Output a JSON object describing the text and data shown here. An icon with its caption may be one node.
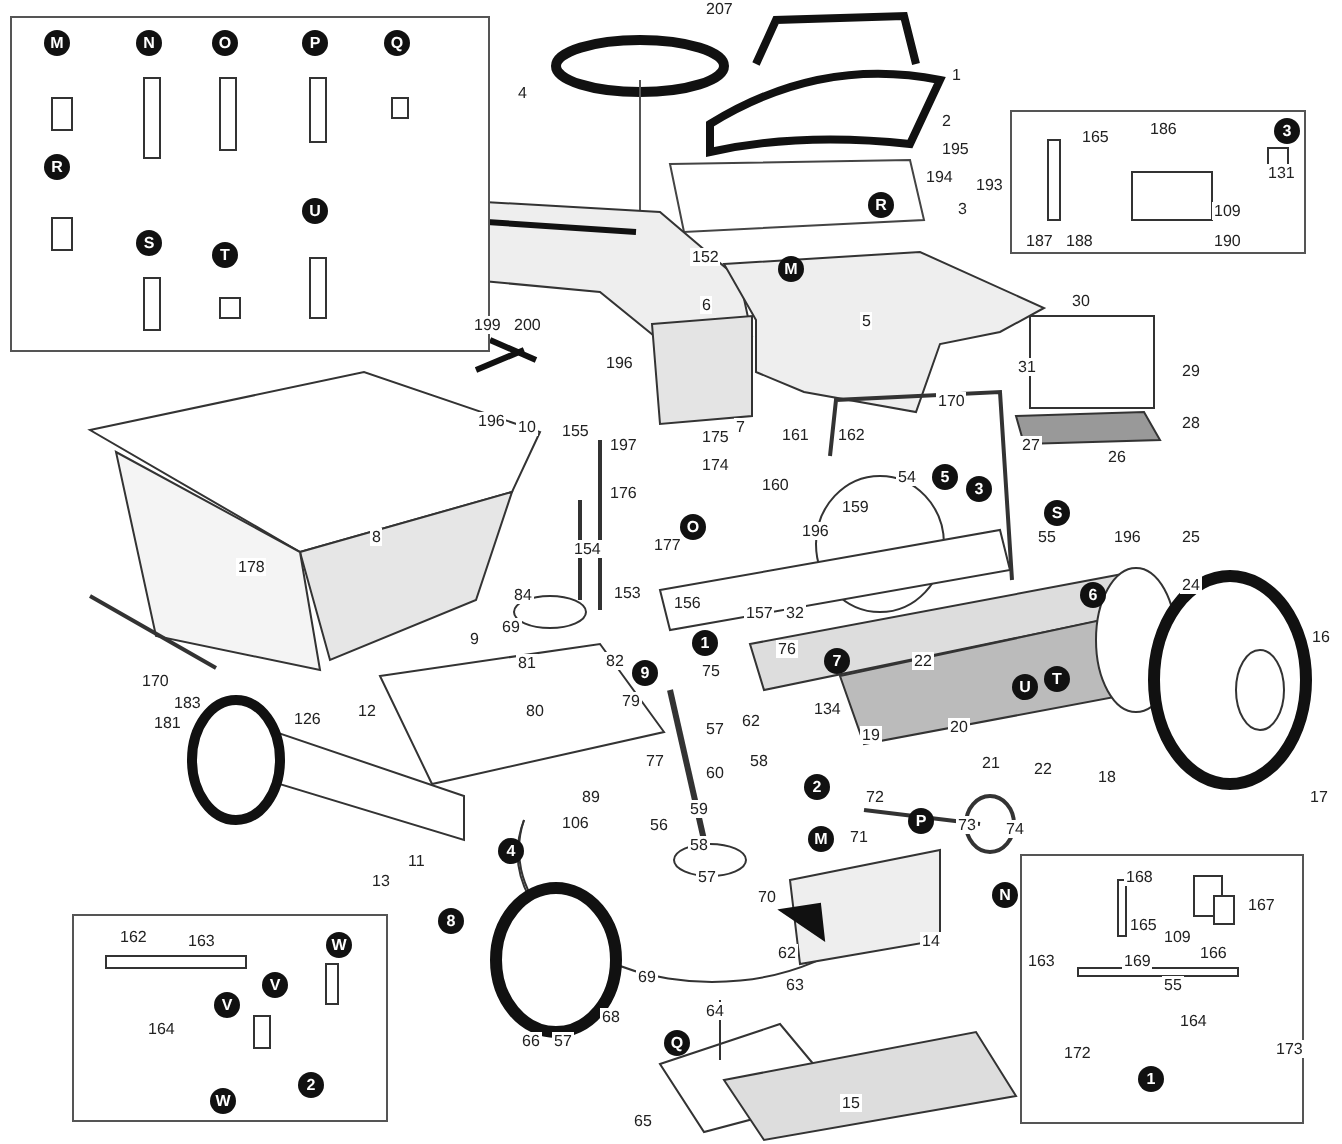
{
  "diagram": {
    "nodes": [
      {
        "text": [
          "M",
          "N",
          "O",
          "P",
          "Q",
          "R",
          "S",
          "T",
          "U"
        ]
      },
      {
        "text": [
          "165",
          "186",
          "3",
          "131",
          "109",
          "187",
          "188",
          "190"
        ]
      },
      {
        "text": [
          "162",
          "163",
          "W",
          "V",
          "V",
          "164",
          "2",
          "W"
        ]
      },
      {
        "text": [
          "168",
          "165",
          "109",
          "167",
          "166",
          "163",
          "169",
          "55",
          "164",
          "172",
          "173",
          "1"
        ]
      }
    ],
    "labels": [
      "207",
      "4",
      "1",
      "2",
      "195",
      "194",
      "193",
      "3",
      "R",
      "152",
      "M",
      "6",
      "5",
      "30",
      "199",
      "200",
      "196",
      "29",
      "31",
      "170",
      "196",
      "10",
      "155",
      "197",
      "175",
      "7",
      "161",
      "162",
      "27",
      "26",
      "28",
      "8",
      "176",
      "174",
      "160",
      "O",
      "177",
      "54",
      "5",
      "3",
      "159",
      "196",
      "S",
      "55",
      "196",
      "25",
      "178",
      "154",
      "153",
      "84",
      "69",
      "9",
      "6",
      "24",
      "16",
      "156",
      "157",
      "32",
      "82",
      "81",
      "9",
      "1",
      "79",
      "76",
      "75",
      "7",
      "22",
      "80",
      "12",
      "126",
      "170",
      "183",
      "181",
      "134",
      "62",
      "57",
      "20",
      "U",
      "T",
      "19",
      "77",
      "60",
      "58",
      "21",
      "22",
      "18",
      "17",
      "89",
      "106",
      "2",
      "72",
      "56",
      "59",
      "58",
      "71",
      "73",
      "74",
      "P",
      "M",
      "4",
      "11",
      "13",
      "57",
      "70",
      "N",
      "8",
      "14",
      "62",
      "63",
      "69",
      "68",
      "66",
      "57",
      "64",
      "Q",
      "65",
      "15"
    ]
  }
}
